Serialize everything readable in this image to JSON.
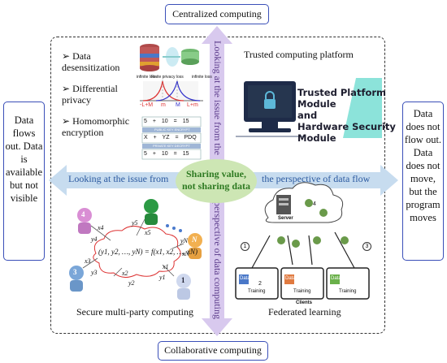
{
  "outer_labels": {
    "top": "Centralized computing",
    "bottom": "Collaborative computing",
    "left": "Data flows out. Data is available but not visible",
    "right": "Data does not flow out. Data does not move, but the program moves"
  },
  "axis_labels": {
    "horizontal_left": "Looking at the issue from",
    "horizontal_right": "the perspective of data flow",
    "vertical_top": "Looking at the issue from the",
    "vertical_bottom": "perspective of data computing"
  },
  "center": {
    "line1": "Sharing value,",
    "line2": "not sharing data"
  },
  "quadrant_top_left": {
    "items": [
      "Data desensitization",
      "Differential privacy",
      "Homomorphic encryption"
    ],
    "privacy_plot": {
      "labels": [
        "Finite privacy loss",
        "infinite loss",
        "infinite loss"
      ],
      "ticks": [
        "-L+M",
        "m",
        "M",
        "L+m"
      ]
    },
    "encryption_table": {
      "row1": [
        "5",
        "+",
        "10",
        "=",
        "15"
      ],
      "public_encrypt": "PUBLIC KEY ENCRYPT",
      "row2": [
        "X",
        "+",
        "YZ",
        "=",
        "PDQ"
      ],
      "private_decrypt": "PRIVATE KEY DECRYPT",
      "row3": [
        "5",
        "+",
        "10",
        "=",
        "15"
      ]
    }
  },
  "quadrant_top_right": {
    "title": "Trusted computing platform",
    "tpm_lines": [
      "Trusted Platform",
      "Module",
      "and",
      "Hardware Security",
      "Module"
    ]
  },
  "quadrant_bottom_left": {
    "caption": "Secure multi-party computing",
    "formula": "(y1, y2, …, yN) = f(x1, x2, …, xN)",
    "nodes": [
      "4",
      "3",
      "1",
      "N"
    ],
    "edge_labels": [
      "x4",
      "y4",
      "y5",
      "x5",
      "x3",
      "y3",
      "x2",
      "y2",
      "x1",
      "y1",
      "yN",
      "xN"
    ]
  },
  "quadrant_bottom_right": {
    "caption": "Federated learning",
    "server_label": "Server",
    "clients_label": "Clients",
    "steps": [
      "1",
      "2",
      "3",
      "4"
    ],
    "client_box": {
      "data": "Data",
      "training": "Training"
    }
  },
  "colors": {
    "box_border": "#3a4fb8",
    "horizontal_arrow": "#c7dcef",
    "vertical_arrow": "#d8c9ee",
    "center_ellipse": "#cde6b4",
    "center_text": "#2e7a22"
  }
}
